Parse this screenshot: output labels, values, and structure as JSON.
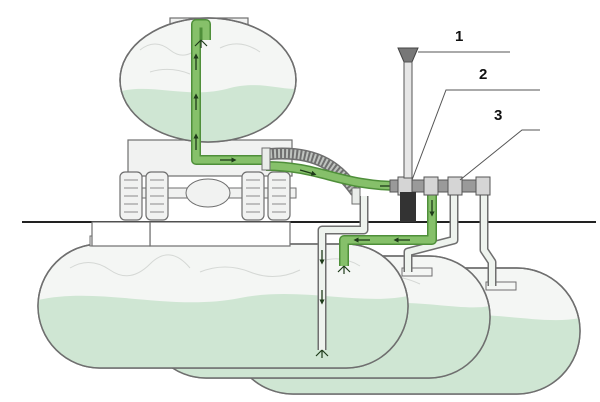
{
  "callouts": [
    {
      "label": "1"
    },
    {
      "label": "2"
    },
    {
      "label": "3"
    }
  ],
  "colors": {
    "tank_fill": "#f4f6f4",
    "liquid": "#cfe6d3",
    "tank_stroke": "#6f6f6f",
    "pipe_green": "#86c06a",
    "pipe_green_dark": "#4f8f3a",
    "pipe_light": "#eef3ee",
    "flow_arrow": "#1f3b1a",
    "dark_metal": "#333333",
    "ground": "#222222"
  }
}
